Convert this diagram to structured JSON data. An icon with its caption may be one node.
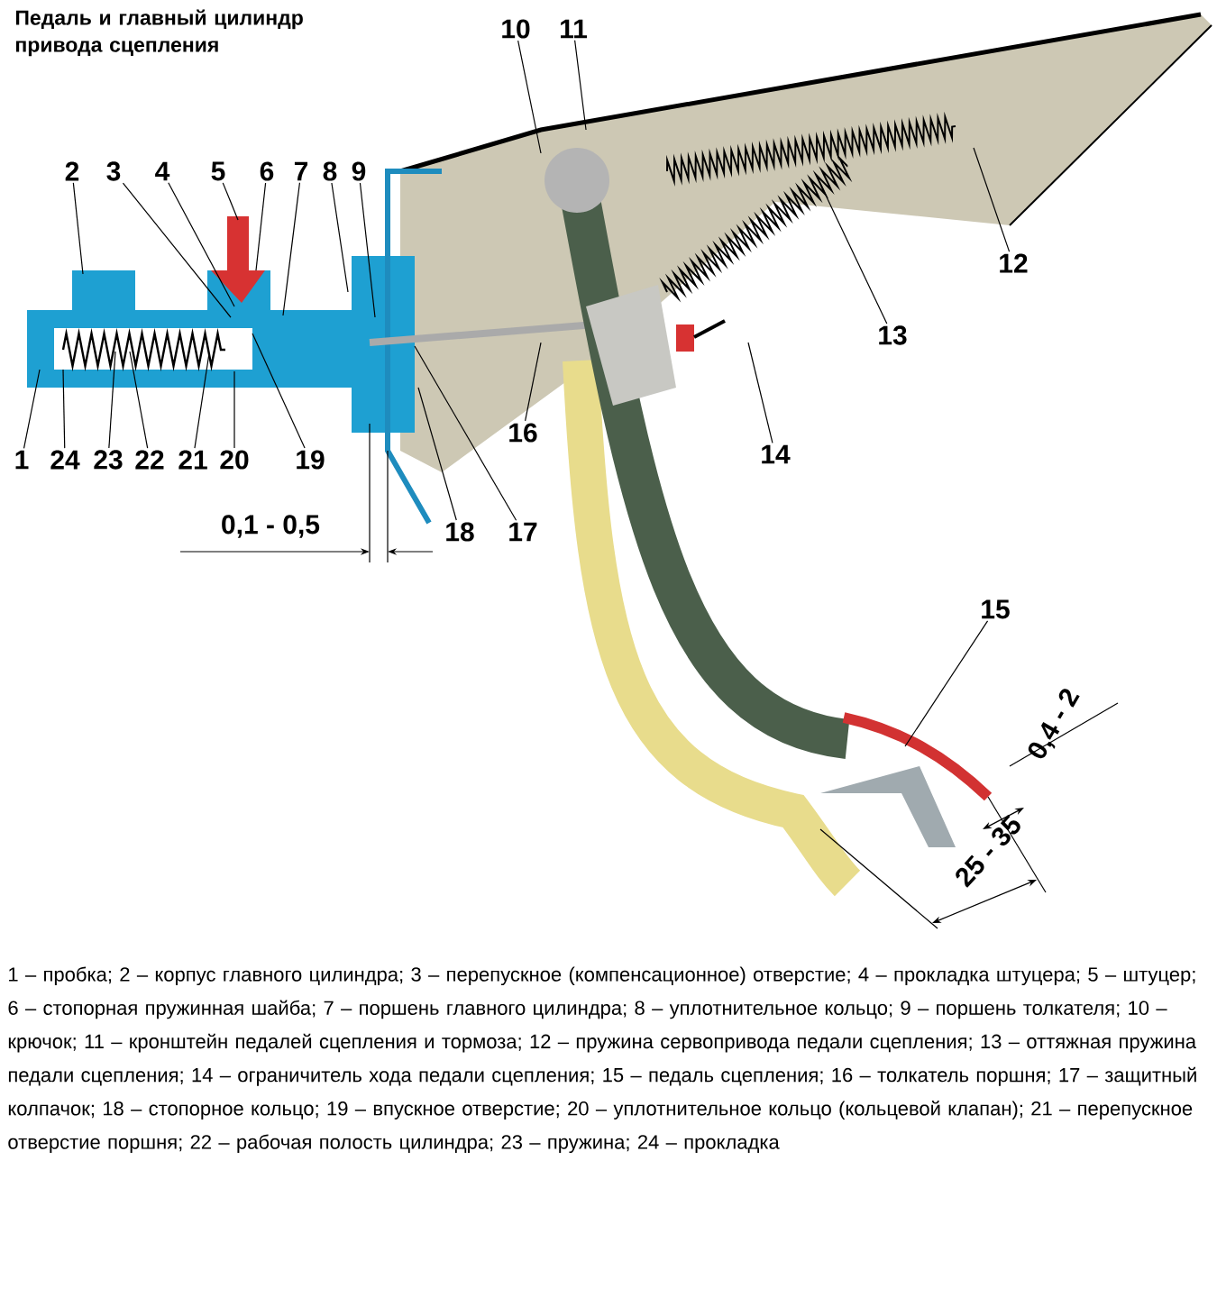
{
  "diagram": {
    "title": "Педаль и главный цилиндр привода сцепления",
    "nodes": [
      {
        "text": [
          "1"
        ]
      },
      {
        "text": [
          "2"
        ]
      },
      {
        "text": [
          "3"
        ]
      },
      {
        "text": [
          "4"
        ]
      },
      {
        "text": [
          "5"
        ]
      },
      {
        "text": [
          "6"
        ]
      },
      {
        "text": [
          "7"
        ]
      },
      {
        "text": [
          "8"
        ]
      },
      {
        "text": [
          "9"
        ]
      },
      {
        "text": [
          "10"
        ]
      },
      {
        "text": [
          "11"
        ]
      },
      {
        "text": [
          "12"
        ]
      },
      {
        "text": [
          "13"
        ]
      },
      {
        "text": [
          "14"
        ]
      },
      {
        "text": [
          "15"
        ]
      },
      {
        "text": [
          "16"
        ]
      },
      {
        "text": [
          "17"
        ]
      },
      {
        "text": [
          "18"
        ]
      },
      {
        "text": [
          "19"
        ]
      },
      {
        "text": [
          "20"
        ]
      },
      {
        "text": [
          "21"
        ]
      },
      {
        "text": [
          "22"
        ]
      },
      {
        "text": [
          "23"
        ]
      },
      {
        "text": [
          "24"
        ]
      }
    ],
    "edges": [
      {
        "from": 0,
        "to": null,
        "arrow": "none"
      },
      {
        "from": 1,
        "to": null,
        "arrow": "none"
      },
      {
        "from": 2,
        "to": null,
        "arrow": "none"
      },
      {
        "from": 3,
        "to": null,
        "arrow": "none"
      },
      {
        "from": 4,
        "to": null,
        "arrow": "none"
      },
      {
        "from": 5,
        "to": null,
        "arrow": "none"
      },
      {
        "from": 6,
        "to": null,
        "arrow": "none"
      },
      {
        "from": 7,
        "to": null,
        "arrow": "none"
      },
      {
        "from": 8,
        "to": null,
        "arrow": "none"
      },
      {
        "from": 9,
        "to": null,
        "arrow": "none"
      },
      {
        "from": 10,
        "to": null,
        "arrow": "none"
      },
      {
        "from": 11,
        "to": null,
        "arrow": "none"
      },
      {
        "from": 12,
        "to": null,
        "arrow": "none"
      },
      {
        "from": 13,
        "to": null,
        "arrow": "none"
      },
      {
        "from": 14,
        "to": null,
        "arrow": "none"
      },
      {
        "from": 15,
        "to": null,
        "arrow": "none"
      },
      {
        "from": 16,
        "to": null,
        "arrow": "none"
      },
      {
        "from": 17,
        "to": null,
        "arrow": "none"
      },
      {
        "from": 18,
        "to": null,
        "arrow": "none"
      },
      {
        "from": 19,
        "to": null,
        "arrow": "none"
      },
      {
        "from": 20,
        "to": null,
        "arrow": "none"
      },
      {
        "from": 21,
        "to": null,
        "arrow": "none"
      },
      {
        "from": 22,
        "to": null,
        "arrow": "none"
      },
      {
        "from": 23,
        "to": null,
        "arrow": "none"
      }
    ],
    "labels": [
      "0,1 - 0,5",
      "0,4 - 2",
      "25 - 35"
    ],
    "caption": "1 – пробка; 2 – корпус главного цилиндра; 3 – перепускное (компенсационное) отверстие; 4 – прокладка штуцера; 5 – штуцер; 6 – стопорная пружинная шайба; 7 – поршень главного цилиндра; 8 – уплотнительное кольцо; 9 – поршень толкателя; 10 – крючок; 11 – кронштейн педалей сцепления и тормоза; 12 – пружина сервопривода педали сцепления; 13 – оттяжная пружина педали сцепления; 14 – ограничитель хода педали сцепления; 15 – педаль сцепления; 16 – толкатель поршня; 17 – защитный колпачок; 18 – стопорное кольцо; 19 – впускное отверстие; 20 – уплотнительное кольцо (кольцевой клапан); 21 – перепускное отверстие поршня; 22 – рабочая полость цилиндра; 23 – пружина; 24 – прокладка"
  }
}
